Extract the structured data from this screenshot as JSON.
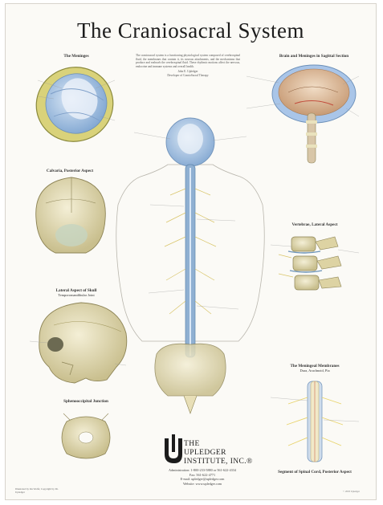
{
  "poster": {
    "title": "The Craniosacral System",
    "panels": {
      "meninges": "The Meninges",
      "calvaria": "Calvaria, Posterior Aspect",
      "skull": "Lateral Aspect of Skull",
      "skull_sub": "Temporomandibular Joint",
      "spheno": "Sphenooccipital Junction",
      "brain": "Brain and Meninges in Sagittal Section",
      "vertebrae": "Vertebrae, Lateral Aspect",
      "membranes": "The Meningeal Membranes",
      "membranes_sub": "Dura, Arachnoid, Pia",
      "segment": "Segment of Spinal Cord, Posterior Aspect"
    },
    "intro_text": "The craniosacral system is a functioning physiological system composed of cerebrospinal fluid, the membranes that contain it, its osseous attachments, and the mechanisms that produce and reabsorb the cerebrospinal fluid. These rhythmic motions affect the nervous, endocrine and immune systems and overall health.",
    "intro_signature": "John E. Upledger",
    "intro_signature_title": "Developer of CranioSacral Therapy",
    "logo": {
      "line1": "The",
      "line2": "Upledger",
      "line3": "Institute, Inc.®"
    },
    "contact": {
      "line1": "Administration: 1-800-233-5880 or 561-622-4334",
      "line2": "Fax: 561-622-4771",
      "line3": "E-mail: upledger@upledger.com",
      "line4": "Website: www.upledger.com"
    },
    "footer_left": "Illustrated by Ida Wolfe; Copyright by Dr. Upledger",
    "footer_right": "© 2003 Upledger"
  },
  "colors": {
    "bone": "#e9e2bd",
    "bone_shadow": "#c8bf8f",
    "dura_blue": "#a9c5e8",
    "spine_blue": "#6b93b8",
    "brain_pink": "#e8c7a6",
    "nerve_yellow": "#e8d36a"
  },
  "icons": {
    "logo_mark": "upledger-u-logo-icon"
  }
}
